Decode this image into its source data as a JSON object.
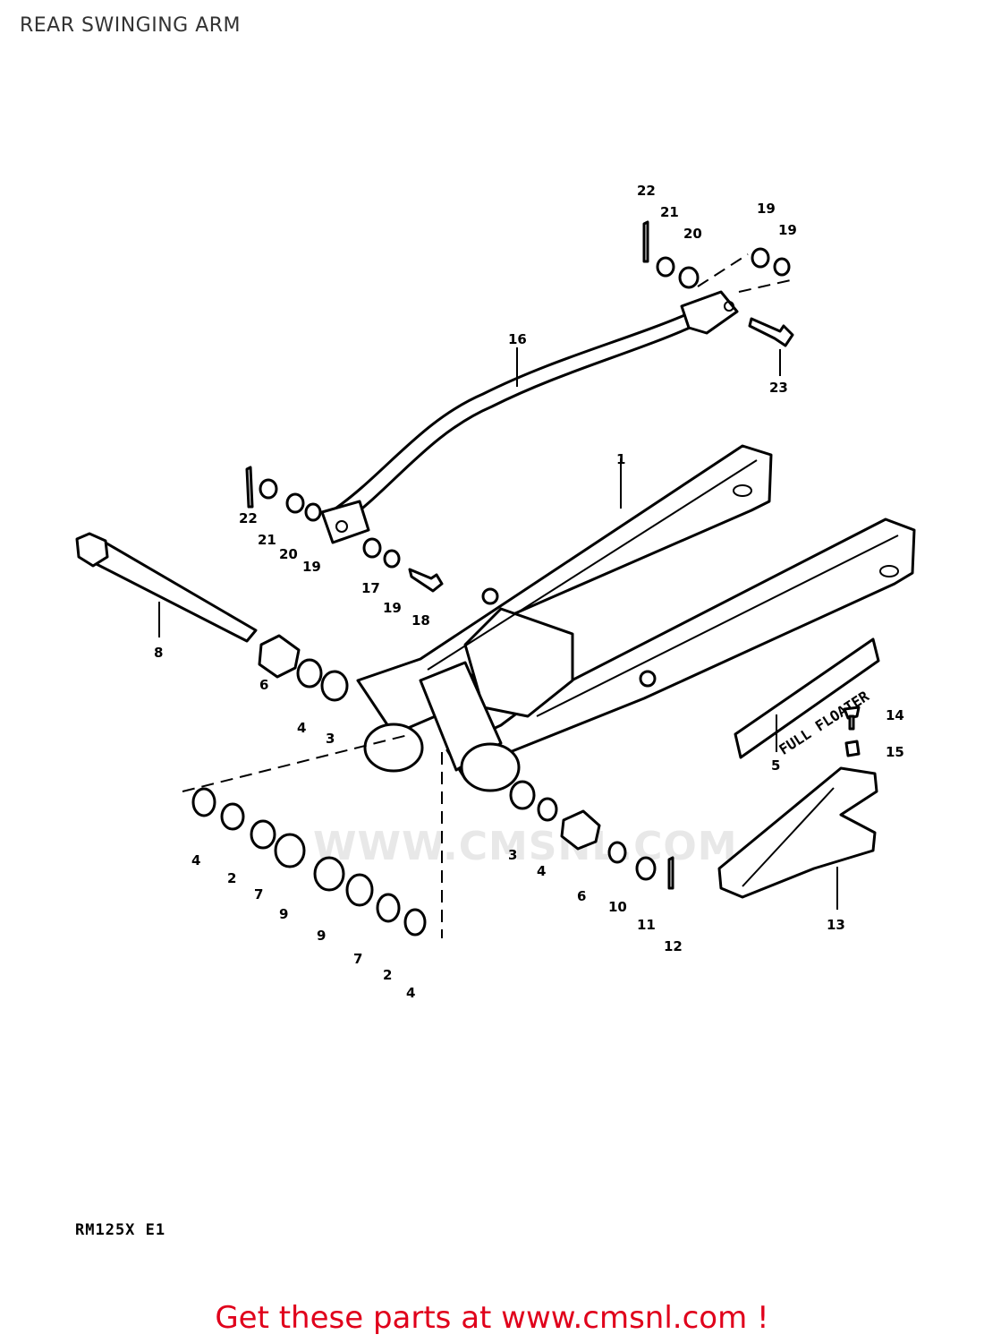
{
  "page": {
    "title": "REAR SWINGING ARM",
    "model_code": "RM125X E1",
    "promo_text": "Get these parts at www.cmsnl.com !"
  },
  "watermark": {
    "text": "WWW.CMSNL.COM"
  },
  "callouts": {
    "c1": "1",
    "c2a": "2",
    "c2b": "2",
    "c3a": "3",
    "c3b": "3",
    "c4a": "4",
    "c4b": "4",
    "c4c": "4",
    "c4d": "4",
    "c5": "5",
    "c6a": "6",
    "c6b": "6",
    "c7a": "7",
    "c7b": "7",
    "c8": "8",
    "c9a": "9",
    "c9b": "9",
    "c10": "10",
    "c11": "11",
    "c12": "12",
    "c13": "13",
    "c14": "14",
    "c15": "15",
    "c16": "16",
    "c17": "17",
    "c18": "18",
    "c19a": "19",
    "c19b": "19",
    "c19c": "19",
    "c19d": "19",
    "c20a": "20",
    "c20b": "20",
    "c21a": "21",
    "c21b": "21",
    "c22a": "22",
    "c22b": "22",
    "c23": "23"
  },
  "decal_text": "FULL FLOATER"
}
